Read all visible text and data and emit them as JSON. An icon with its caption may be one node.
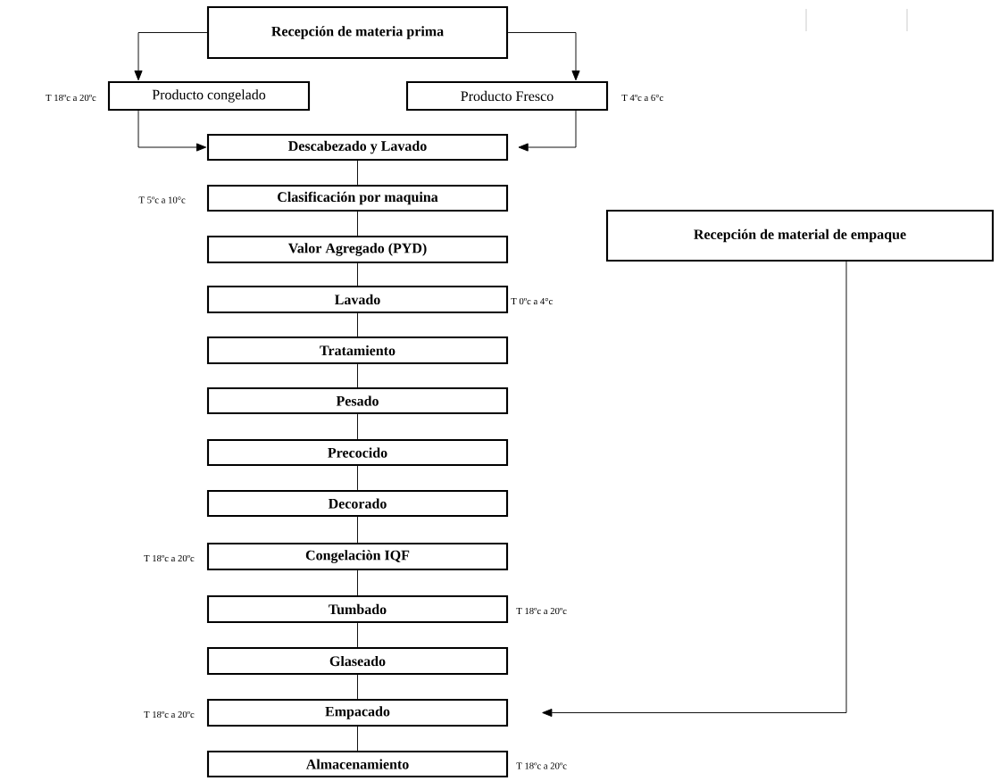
{
  "diagram": {
    "nodes": [
      {
        "text": [
          "Recepción de materia prima"
        ]
      },
      {
        "text": [
          "Producto congelado"
        ],
        "beside": [
          "T 18ºc a 20ºc"
        ]
      },
      {
        "text": [
          "Producto Fresco"
        ],
        "beside": [
          "T 4ºc a 6°c"
        ]
      },
      {
        "text": [
          "Descabezado y Lavado"
        ]
      },
      {
        "text": [
          "Clasificación por maquina"
        ],
        "beside": [
          "T 5ºc a 10°c"
        ]
      },
      {
        "text": [
          "Valor Agregado (PYD)"
        ]
      },
      {
        "text": [
          "Lavado"
        ],
        "beside": [
          "T 0ºc a 4°c"
        ]
      },
      {
        "text": [
          "Tratamiento"
        ]
      },
      {
        "text": [
          "Pesado"
        ]
      },
      {
        "text": [
          "Precocido"
        ]
      },
      {
        "text": [
          "Decorado"
        ]
      },
      {
        "text": [
          "Congelaciòn IQF"
        ],
        "beside": [
          "T 18ºc a 20ºc"
        ]
      },
      {
        "text": [
          "Tumbado"
        ],
        "beside": [
          "T 18ºc a 20ºc"
        ]
      },
      {
        "text": [
          "Glaseado"
        ]
      },
      {
        "text": [
          "Empacado"
        ],
        "beside": [
          "T 18ºc a 20ºc"
        ]
      },
      {
        "text": [
          "Almacenamiento"
        ],
        "beside": [
          "T 18ºc a 20ºc"
        ]
      },
      {
        "text": [
          "Recepción de material de empaque"
        ]
      }
    ],
    "edges": [
      {
        "from": 0,
        "to": 1,
        "arrow": "to"
      },
      {
        "from": 0,
        "to": 2,
        "arrow": "to"
      },
      {
        "from": 1,
        "to": 3,
        "arrow": "to"
      },
      {
        "from": 2,
        "to": 3,
        "arrow": "to"
      },
      {
        "from": 3,
        "to": 4,
        "arrow": "none"
      },
      {
        "from": 4,
        "to": 5,
        "arrow": "none"
      },
      {
        "from": 5,
        "to": 6,
        "arrow": "none"
      },
      {
        "from": 6,
        "to": 7,
        "arrow": "none"
      },
      {
        "from": 7,
        "to": 8,
        "arrow": "none"
      },
      {
        "from": 8,
        "to": 9,
        "arrow": "none"
      },
      {
        "from": 9,
        "to": 10,
        "arrow": "none"
      },
      {
        "from": 10,
        "to": 11,
        "arrow": "none"
      },
      {
        "from": 11,
        "to": 12,
        "arrow": "none"
      },
      {
        "from": 12,
        "to": 13,
        "arrow": "none"
      },
      {
        "from": 13,
        "to": 14,
        "arrow": "none"
      },
      {
        "from": 14,
        "to": 15,
        "arrow": "none"
      },
      {
        "from": 16,
        "to": 14,
        "arrow": "to"
      }
    ]
  }
}
